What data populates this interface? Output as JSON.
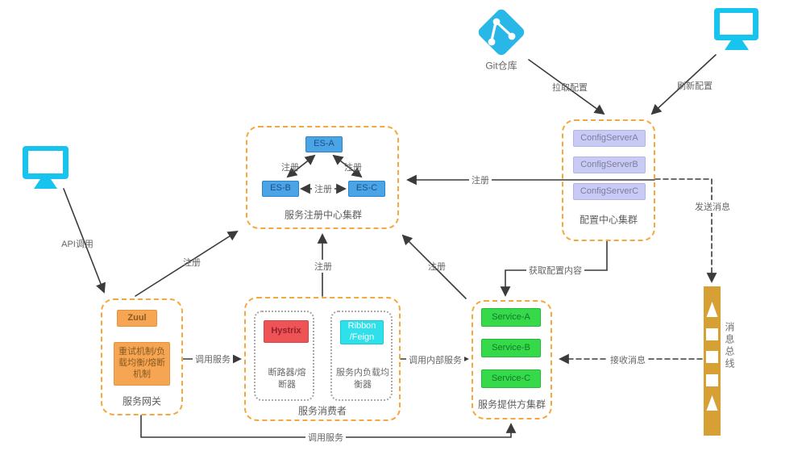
{
  "git": {
    "label": "Git仓库"
  },
  "registry": {
    "title": "服务注册中心集群",
    "nodes": {
      "a": "ES-A",
      "b": "ES-B",
      "c": "ES-C"
    },
    "edge_ab": "注册",
    "edge_ac": "注册",
    "edge_bc": "注册"
  },
  "config": {
    "title": "配置中心集群",
    "servers": [
      "ConfigServerA",
      "ConfigServerB",
      "ConfigServerC"
    ]
  },
  "gateway": {
    "title": "服务网关",
    "zuul": "Zuul",
    "mechanism": "重试机制/负载均衡/熔断机制"
  },
  "consumer": {
    "title": "服务消费者",
    "hystrix": "Hystrix",
    "hystrix_desc": "断路器/熔断器",
    "ribbon_line1": "Ribbon",
    "ribbon_line2": "/Feign",
    "ribbon_desc": "服务内负载均衡器"
  },
  "provider": {
    "title": "服务提供方集群",
    "services": [
      "Service-A",
      "Service-B",
      "Service-C"
    ]
  },
  "bus": {
    "label": "消息总线"
  },
  "edges": {
    "pull_config": "拉取配置",
    "refresh_config": "刷新配置",
    "api_call": "API调用",
    "register_gateway": "注册",
    "register_consumer": "注册",
    "register_provider": "注册",
    "register_config": "注册",
    "get_config": "获取配置内容",
    "call_service": "调用服务",
    "call_internal": "调用内部服务",
    "call_service_bottom": "调用服务",
    "send_message": "发送消息",
    "receive_message": "接收消息"
  },
  "colors": {
    "group_border": "#f5a83c",
    "arrow": "#3b3b3b",
    "es_fill": "#4aa4e6",
    "config_fill": "#c9cbf4",
    "orange_fill": "#f6a553",
    "red_fill": "#ee5456",
    "cyan_fill": "#2ee0ea",
    "green_fill": "#35d94a",
    "bus_fill": "#d6a035",
    "monitor_cyan": "#16c4ee",
    "git_blue": "#29b7e8"
  }
}
